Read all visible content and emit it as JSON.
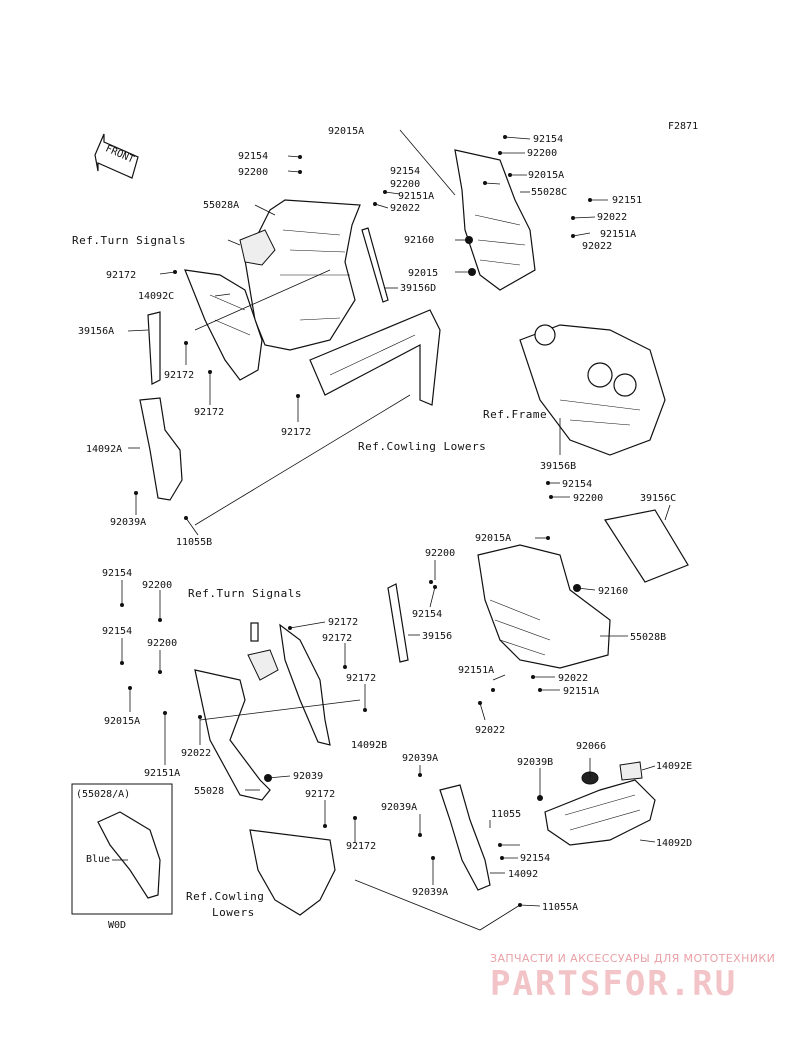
{
  "figure_code": "F2871",
  "front_label": "FRONT",
  "inset": {
    "title": "(55028/A)",
    "note": "Blue",
    "variant": "W0D"
  },
  "refs": {
    "turn_signals_top": "Ref.Turn Signals",
    "turn_signals_mid": "Ref.Turn Signals",
    "frame": "Ref.Frame",
    "cowling_lowers_top": "Ref.Cowling Lowers",
    "cowling_lowers_bottom_1": "Ref.Cowling",
    "cowling_lowers_bottom_2": "Lowers"
  },
  "parts": {
    "p92015A_1": "92015A",
    "p92154_1": "92154",
    "p92200_1": "92200",
    "p55028A": "55028A",
    "p92154_2": "92154",
    "p92200_2": "92200",
    "p92015A_2": "92015A",
    "p92154_3": "92154",
    "p92200_3": "92200",
    "p92151A_1": "92151A",
    "p92022_1": "92022",
    "p55028C": "55028C",
    "p92151_1": "92151",
    "p92022_2": "92022",
    "p92160_1": "92160",
    "p92151A_2": "92151A",
    "p92022_3": "92022",
    "p92015_1": "92015",
    "p39156D": "39156D",
    "p92172_1": "92172",
    "p14092C": "14092C",
    "p39156A": "39156A",
    "p92172_2": "92172",
    "p92172_3": "92172",
    "p92172_4": "92172",
    "p14092A": "14092A",
    "p92039A_1": "92039A",
    "p11055B": "11055B",
    "p39156B": "39156B",
    "p92154_4": "92154",
    "p92200_4": "92200",
    "p39156C": "39156C",
    "p92015A_3": "92015A",
    "p92200_5": "92200",
    "p92160_2": "92160",
    "p92154_5": "92154",
    "p39156": "39156",
    "p55028B": "55028B",
    "p92151A_3": "92151A",
    "p92022_4": "92022",
    "p92151A_4": "92151A",
    "p92022_5": "92022",
    "p92154_6": "92154",
    "p92200_6": "92200",
    "p92154_7": "92154",
    "p92200_7": "92200",
    "p92172_5": "92172",
    "p92172_6": "92172",
    "p92172_7": "92172",
    "p92015A_4": "92015A",
    "p92022_6": "92022",
    "p92151A_5": "92151A",
    "p14092B": "14092B",
    "p92039": "92039",
    "p55028": "55028",
    "p92172_8": "92172",
    "p92172_9": "92172",
    "p92039A_2": "92039A",
    "p92039A_3": "92039A",
    "p92039A_4": "92039A",
    "p11055": "11055",
    "p92154_8": "92154",
    "p14092": "14092",
    "p11055A": "11055A",
    "p92039B": "92039B",
    "p92066": "92066",
    "p14092E": "14092E",
    "p14092D": "14092D"
  },
  "watermark": {
    "line1": "ЗАПЧАСТИ И АКСЕССУАРЫ ДЛЯ МОТОТЕХНИКИ",
    "line2": "PARTSFOR.RU"
  }
}
